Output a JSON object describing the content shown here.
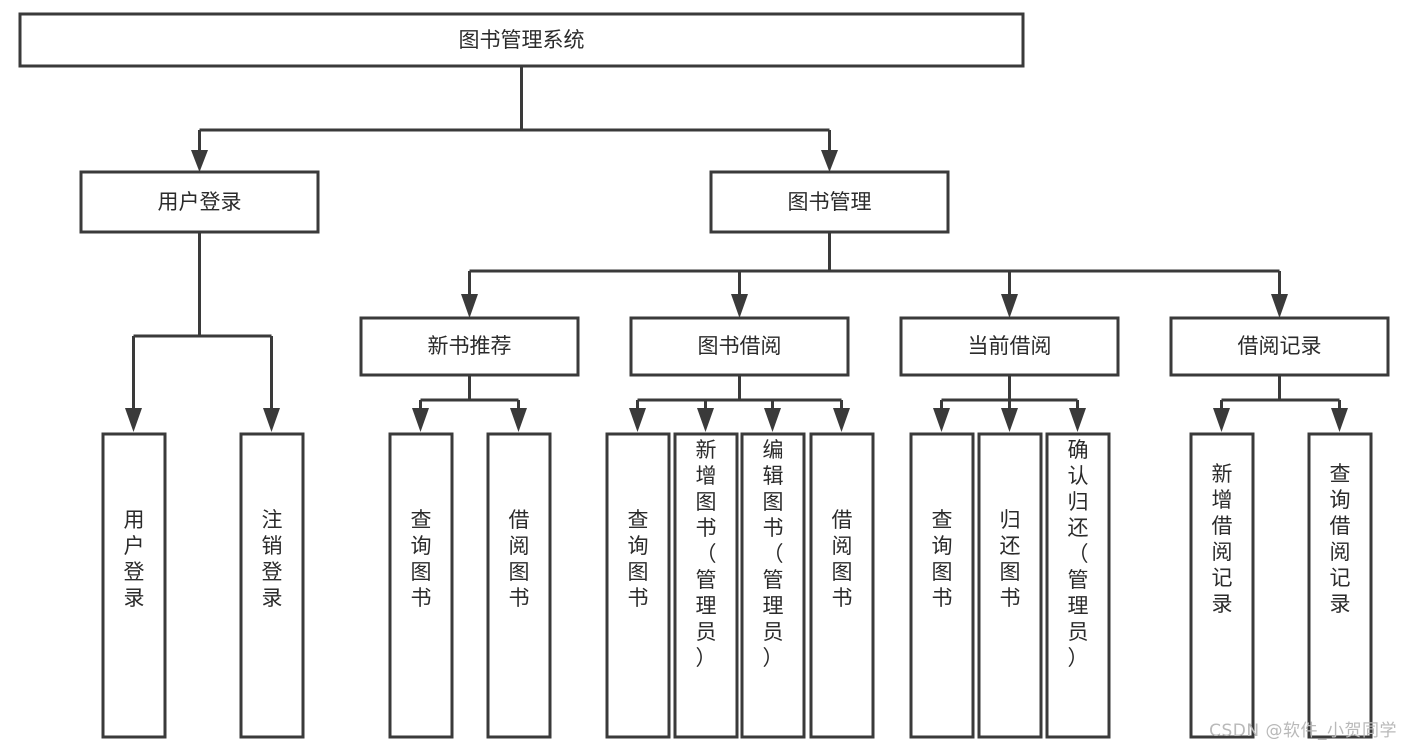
{
  "diagram": {
    "type": "tree-hierarchy",
    "title": "图书管理系统",
    "root": {
      "label": "图书管理系统"
    },
    "level2": [
      {
        "label": "用户登录"
      },
      {
        "label": "图书管理"
      }
    ],
    "level3": [
      {
        "label": "新书推荐"
      },
      {
        "label": "图书借阅"
      },
      {
        "label": "当前借阅"
      },
      {
        "label": "借阅记录"
      }
    ],
    "leaves": {
      "user_login": [
        "用户登录",
        "注销登录"
      ],
      "new_book_recommend": [
        "查询图书",
        "借阅图书"
      ],
      "book_borrow": [
        "查询图书",
        "新增图书（管理员）",
        "编辑图书（管理员）",
        "借阅图书"
      ],
      "current_borrow": [
        "查询图书",
        "归还图书",
        "确认归还（管理员）"
      ],
      "borrow_record": [
        "新增借阅记录",
        "查询借阅记录"
      ]
    },
    "colors": {
      "stroke": "#3a3a3a",
      "fill": "#ffffff",
      "text": "#2b2b2b",
      "watermark": "#b9b9b9"
    }
  },
  "watermark": {
    "text": "CSDN @软件_小贺同学"
  }
}
